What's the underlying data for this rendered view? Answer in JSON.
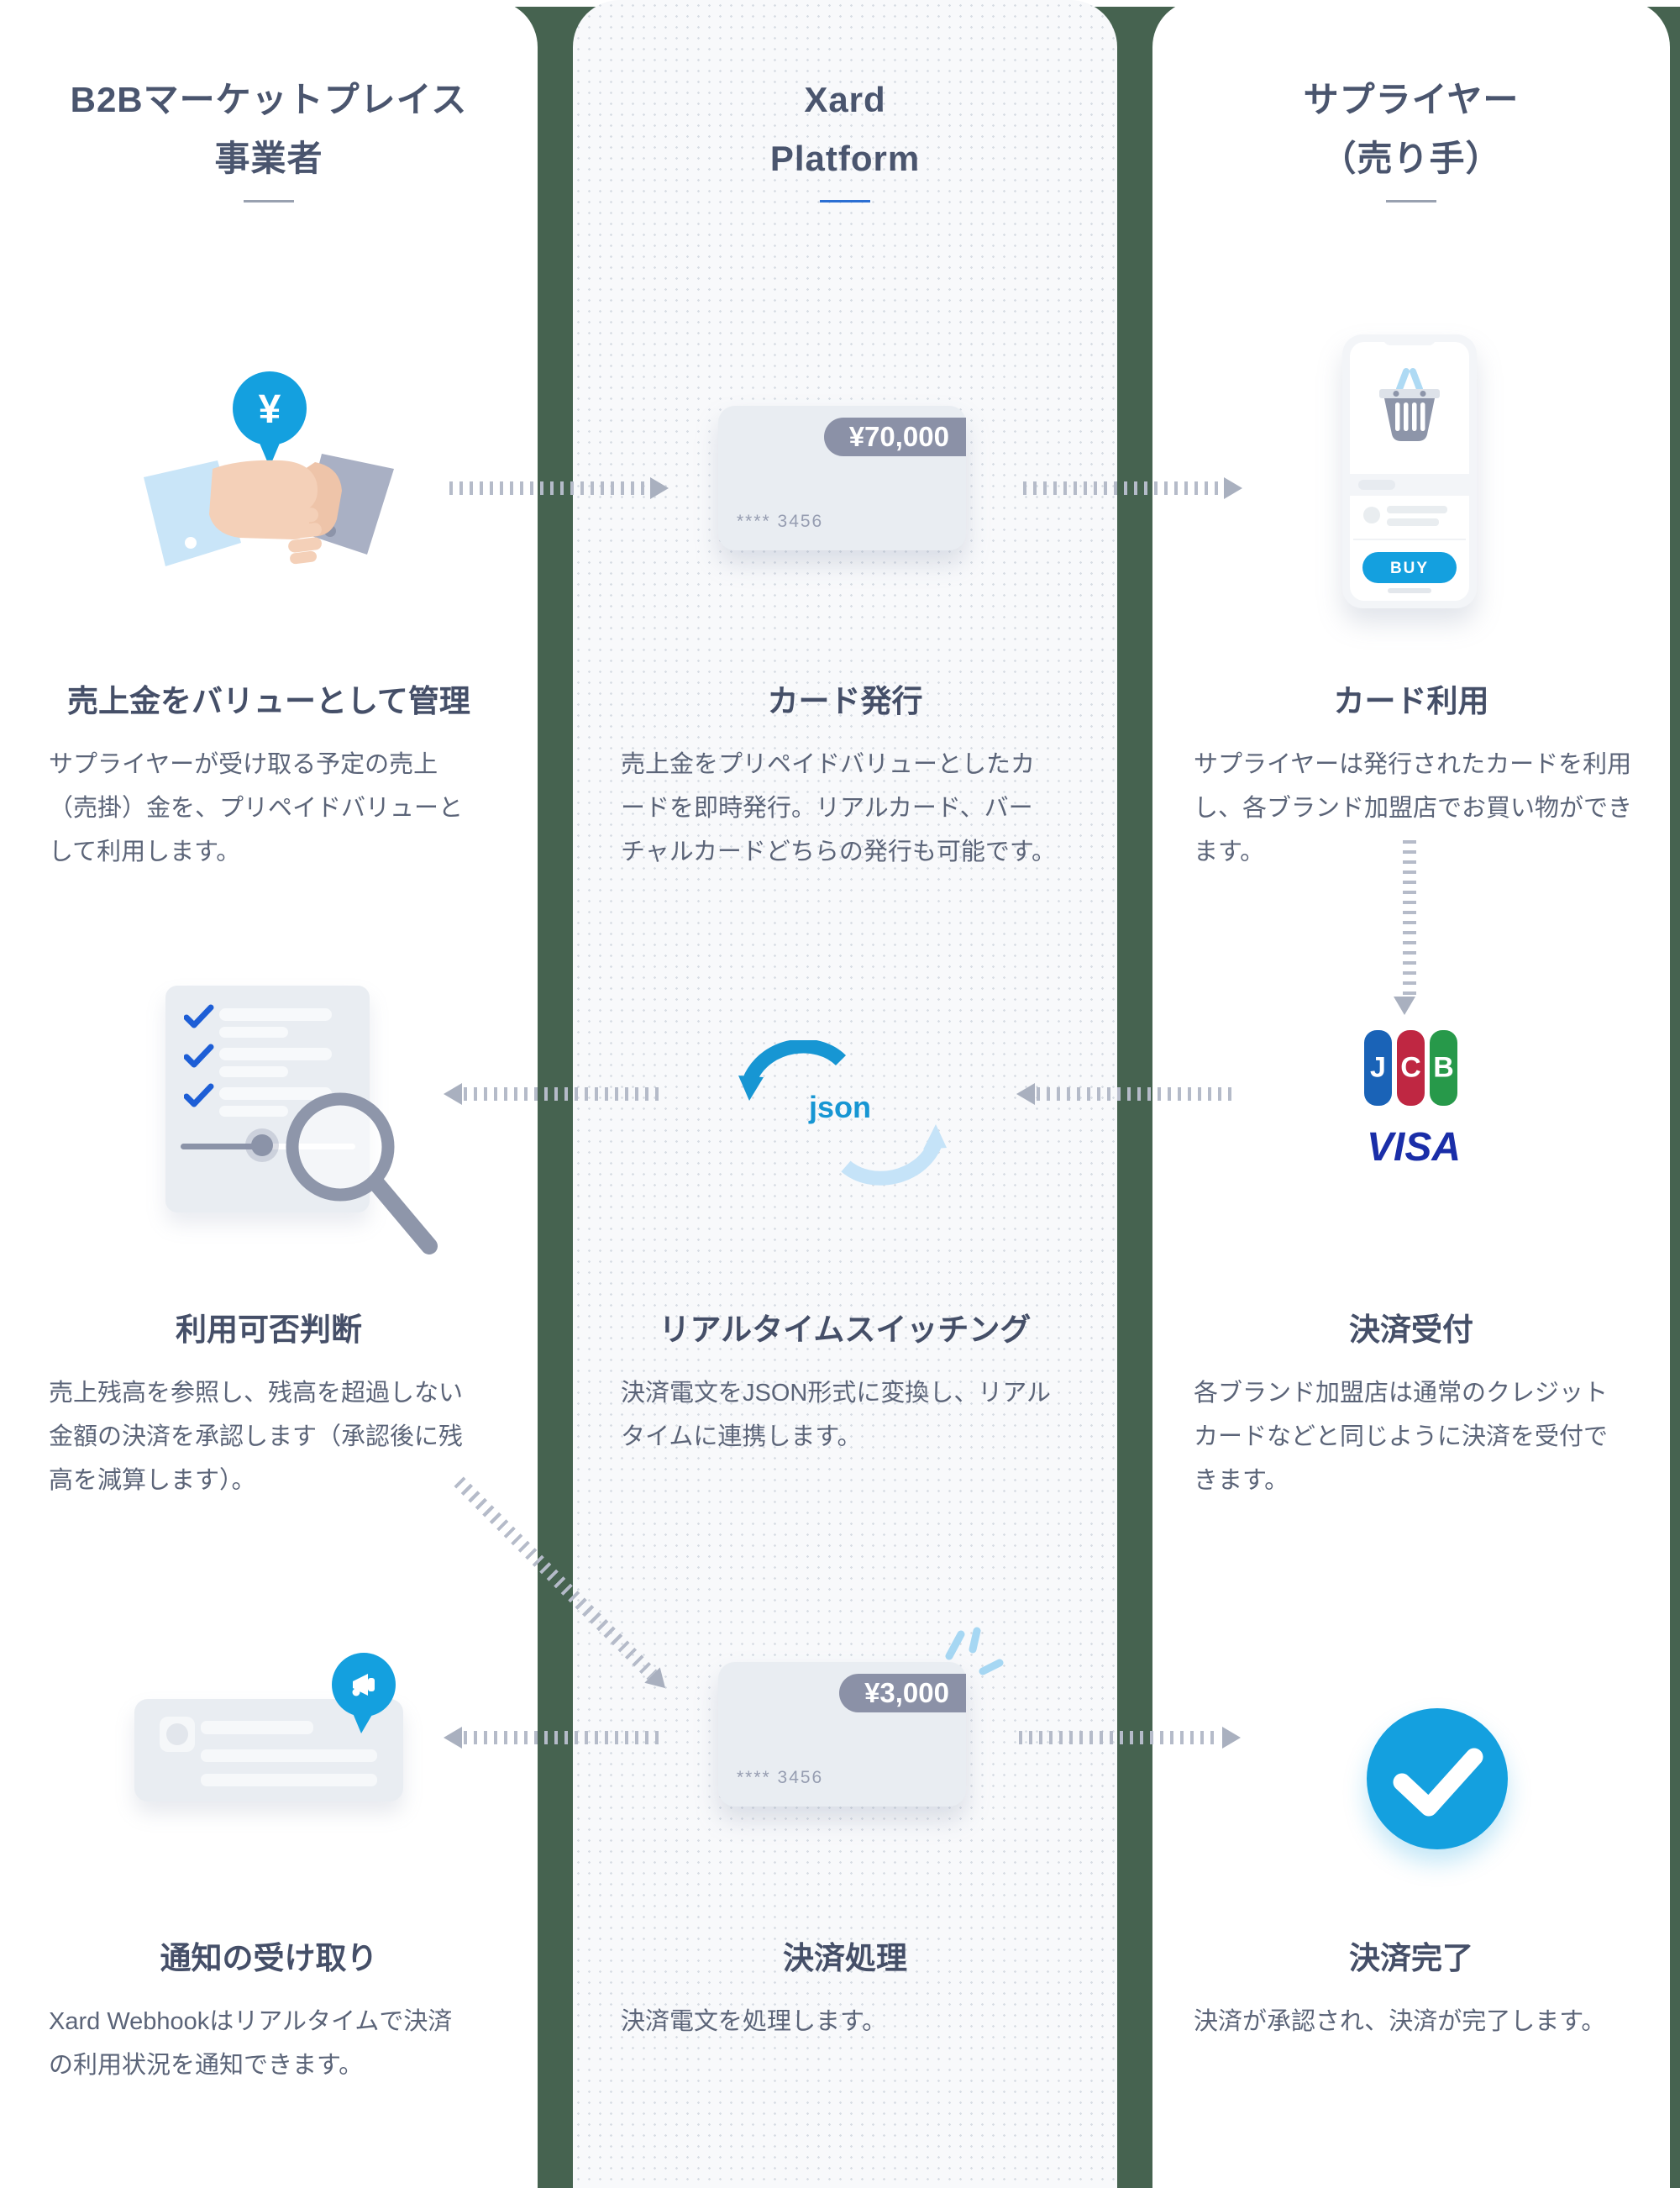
{
  "colors": {
    "accent_blue": "#14a0df",
    "panel_green": "#466350",
    "underline_blue": "#2b6fd3",
    "underline_gray": "#99a1b0",
    "badge_gray": "#8b91a7",
    "checklist_blue": "#1d5ed6",
    "json_blue": "#1796d3",
    "json_light_blue": "#c5e3f8",
    "jcb_blue": "#1a63b7",
    "jcb_red": "#bf2742",
    "jcb_green": "#27994a",
    "visa_blue": "#1a2ea8",
    "title_color": "#4a556e",
    "heading_color": "#454f68",
    "body_color": "#5b6478"
  },
  "columns": [
    {
      "id": "marketplace",
      "title_lines": [
        "B2Bマーケットプレイス",
        "事業者"
      ],
      "steps": [
        {
          "heading": "売上金をバリューとして管理",
          "body_lines": [
            "サプライヤーが受け取る予定の売上",
            "（売掛）金を、プリペイドバリューと",
            "して利用します。"
          ]
        },
        {
          "heading": "利用可否判断",
          "body_lines": [
            "売上残高を参照し、残高を超過しない",
            "金額の決済を承認します（承認後に残",
            "高を減算します）。"
          ]
        },
        {
          "heading": "通知の受け取り",
          "body_lines": [
            "Xard Webhookはリアルタイムで決済",
            "の利用状況を通知できます。"
          ]
        }
      ]
    },
    {
      "id": "platform",
      "title_lines": [
        "Xard",
        "Platform"
      ],
      "steps": [
        {
          "heading": "カード発行",
          "body_lines": [
            "売上金をプリペイドバリューとしたカ",
            "ードを即時発行。リアルカード、バー",
            "チャルカードどちらの発行も可能です。"
          ]
        },
        {
          "heading": "リアルタイムスイッチング",
          "body_lines": [
            "決済電文をJSON形式に変換し、リアル",
            "タイムに連携します。"
          ]
        },
        {
          "heading": "決済処理",
          "body_lines": [
            "決済電文を処理します。"
          ]
        }
      ]
    },
    {
      "id": "supplier",
      "title_lines": [
        "サプライヤー",
        "（売り手）"
      ],
      "steps": [
        {
          "heading": "カード利用",
          "body_lines": [
            "サプライヤーは発行されたカードを利用",
            "し、各ブランド加盟店でお買い物ができ",
            "ます。"
          ]
        },
        {
          "heading": "決済受付",
          "body_lines": [
            "各ブランド加盟店は通常のクレジット",
            "カードなどと同じように決済を受付で",
            "きます。"
          ]
        },
        {
          "heading": "決済完了",
          "body_lines": [
            "決済が承認され、決済が完了します。"
          ]
        }
      ]
    }
  ],
  "icons": {
    "yen_symbol": "¥",
    "issue_card_amount": "¥70,000",
    "payment_card_amount": "¥3,000",
    "card_number": "**** 3456",
    "buy_label": "BUY",
    "json_label": "json",
    "jcb_letters": [
      "J",
      "C",
      "B"
    ],
    "visa_label": "VISA"
  }
}
